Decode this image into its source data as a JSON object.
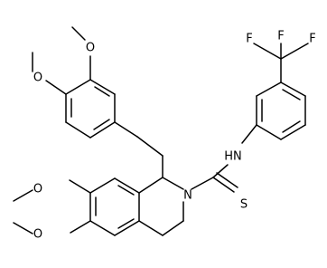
{
  "molecule": {
    "atoms": {
      "o_top_methoxy": "O",
      "o_left_methoxy": "O",
      "o_iq_upper": "O",
      "o_iq_lower": "O",
      "nh": "HN",
      "n_ring": "N",
      "s_thio": "S",
      "f_1": "F",
      "f_2": "F",
      "f_3": "F"
    }
  }
}
